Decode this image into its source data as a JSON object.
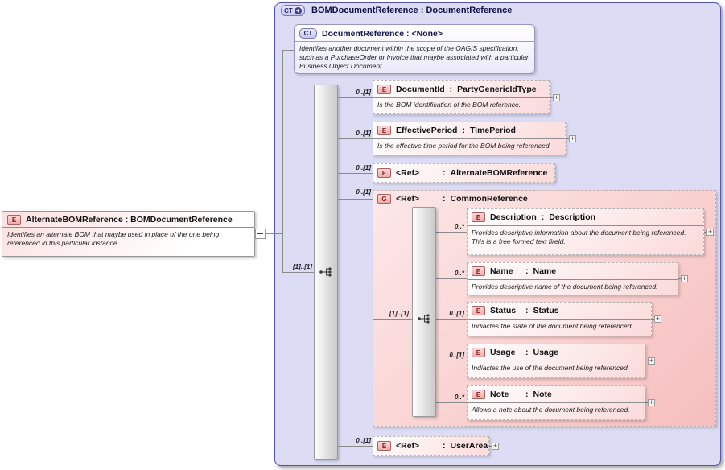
{
  "labels": {
    "colon": ":",
    "expand": "+",
    "plus": "+"
  },
  "source_element": {
    "badge": "E",
    "title": "AlternateBOMReference : BOMDocumentReference",
    "description": "Identifies an alternate BOM that maybe used in place of the one being referenced in this particular instance."
  },
  "diagram": {
    "badge": "CT",
    "name": "BOMDocumentReference",
    "type": "DocumentReference",
    "annotation": {
      "badge": "CT",
      "title": "DocumentReference : <None>",
      "description": "Identifies another document within the scope of the OAGIS specification, such as a PurchaseOrder or Invoice that maybe associated with a particular Business Object Document."
    },
    "sequence": {
      "cardinality": "[1]..[1]"
    },
    "children": [
      {
        "badge": "E",
        "name": "DocumentId",
        "type": "PartyGenericIdType",
        "cardinality": "0..[1]",
        "description": "Is the BOM identification of the BOM reference."
      },
      {
        "badge": "E",
        "name": "EffectivePeriod",
        "type": "TimePeriod",
        "cardinality": "0..[1]",
        "description": "Is the effective time period for the BOM being referenced."
      },
      {
        "badge": "E",
        "name": "<Ref>",
        "type": "AlternateBOMReference",
        "cardinality": "0..[1]"
      },
      {
        "badge": "G",
        "name": "<Ref>",
        "type": "CommonReference",
        "cardinality": "0..[1]",
        "sequence": {
          "cardinality": "[1]..[1]"
        },
        "children": [
          {
            "badge": "E",
            "name": "Description",
            "type": "Description",
            "cardinality": "0..*",
            "description": "Provides descriptive information about the document being referenced. This is a free formed text fireld."
          },
          {
            "badge": "E",
            "name": "Name",
            "type": "Name",
            "cardinality": "0..*",
            "description": "Provides descriptive name of the document being referenced."
          },
          {
            "badge": "E",
            "name": "Status",
            "type": "Status",
            "cardinality": "0..[1]",
            "description": "Indiactes the state of the document being referenced."
          },
          {
            "badge": "E",
            "name": "Usage",
            "type": "Usage",
            "cardinality": "0..[1]",
            "description": "Indiactes the use of the document being referenced."
          },
          {
            "badge": "E",
            "name": "Note",
            "type": "Note",
            "cardinality": "0..*",
            "description": "Allows a note about the document being referenced."
          }
        ]
      },
      {
        "badge": "E",
        "name": "<Ref>",
        "type": "UserArea",
        "cardinality": "0..[1]"
      }
    ]
  },
  "colors": {
    "container_fill": "#dcdcf5",
    "container_border": "#5252b0",
    "element_fill_pink": "#fbdada",
    "group_fill_pink": "#f6bebe",
    "badge_border_red": "#b05f5f",
    "connector_gray": "#8a8a8a"
  }
}
